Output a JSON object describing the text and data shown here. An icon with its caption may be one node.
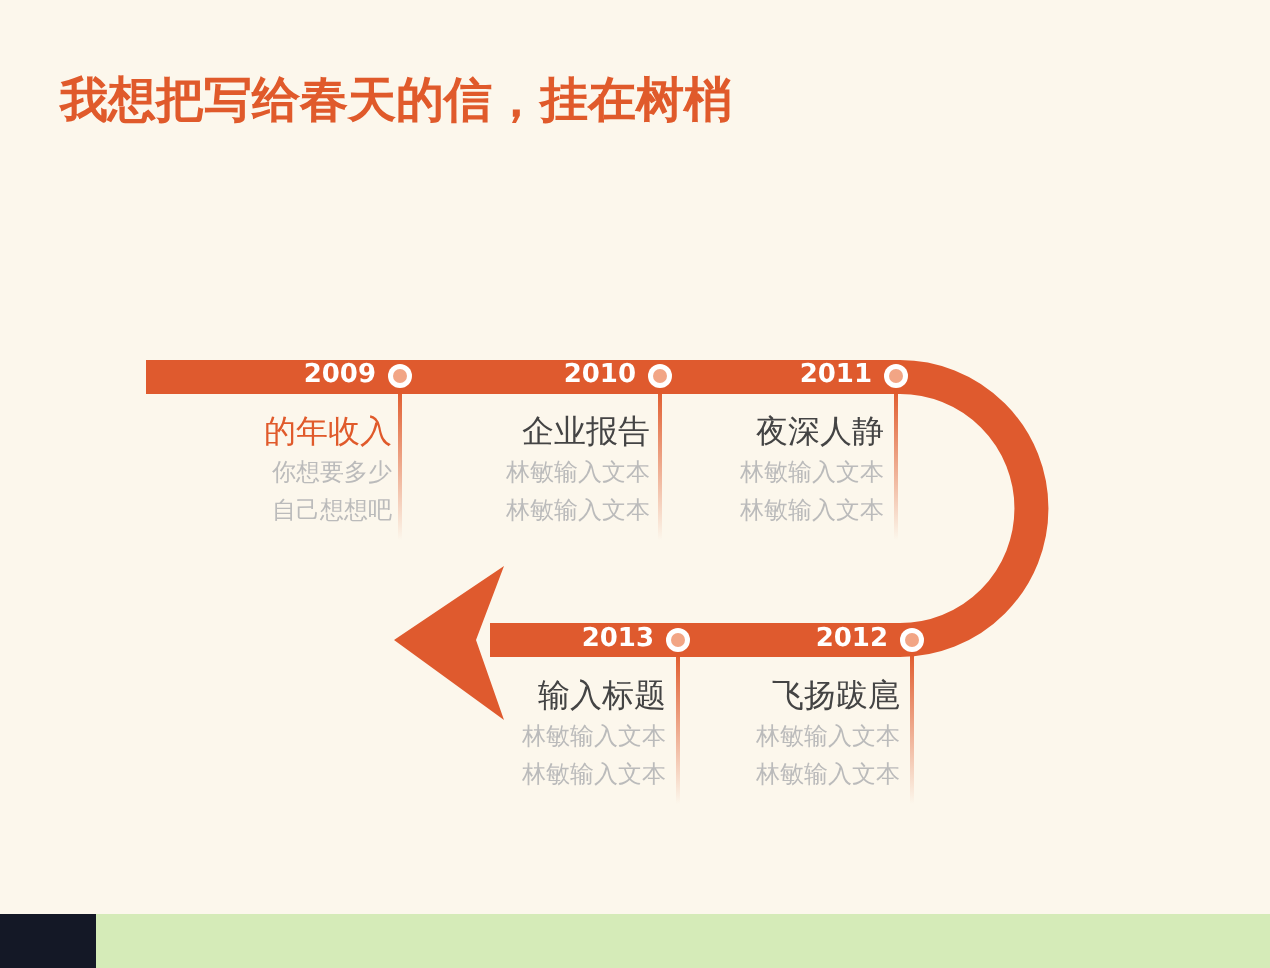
{
  "diagram": {
    "title": "我想把写给春天的信，挂在树梢",
    "nodes": [
      {
        "text": [
          "的年收入",
          "你想要多少",
          "自己想想吧"
        ],
        "beside": [
          "2009"
        ]
      },
      {
        "text": [
          "企业报告",
          "林敏输入文本",
          "林敏输入文本"
        ],
        "beside": [
          "2010"
        ]
      },
      {
        "text": [
          "夜深人静",
          "林敏输入文本",
          "林敏输入文本"
        ],
        "beside": [
          "2011"
        ]
      },
      {
        "text": [
          "飞扬跋扈",
          "林敏输入文本",
          "林敏输入文本"
        ],
        "beside": [
          "2012"
        ]
      },
      {
        "text": [
          "输入标题",
          "林敏输入文本",
          "林敏输入文本"
        ],
        "beside": [
          "2013"
        ]
      }
    ]
  }
}
